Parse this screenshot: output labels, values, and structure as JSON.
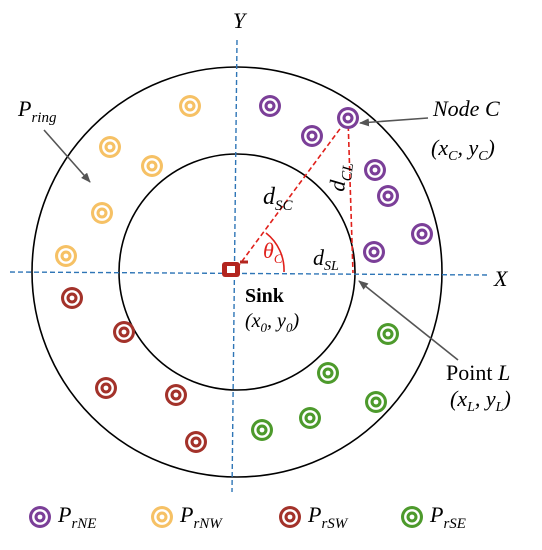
{
  "axes": {
    "x_label": "X",
    "y_label": "Y"
  },
  "ring_label": {
    "main": "P",
    "sub": "ring"
  },
  "node_c": {
    "title": "Node C",
    "coord_open": "(x",
    "coord_sub1": "C",
    "coord_mid": ", y",
    "coord_sub2": "C",
    "coord_close": ")"
  },
  "point_l": {
    "title": "Point ",
    "title_var": "L",
    "coord_open": "(x",
    "coord_sub1": "L",
    "coord_mid": ", y",
    "coord_sub2": "L",
    "coord_close": ")"
  },
  "sink": {
    "title": "Sink",
    "coord_open": "(x",
    "coord_sub1": "0",
    "coord_mid": ", y",
    "coord_sub2": "0",
    "coord_close": ")"
  },
  "distances": {
    "dsc": {
      "main": "d",
      "sub": "SC"
    },
    "dcl": {
      "main": "d",
      "sub": "CL"
    },
    "dsl": {
      "main": "d",
      "sub": "SL"
    }
  },
  "angle": {
    "main": "θ",
    "sub": "C"
  },
  "legend": [
    {
      "main": "P",
      "sub": "rNE",
      "color": "#7b3f98"
    },
    {
      "main": "P",
      "sub": "rNW",
      "color": "#f6c165"
    },
    {
      "main": "P",
      "sub": "rSW",
      "color": "#a3322a"
    },
    {
      "main": "P",
      "sub": "rSE",
      "color": "#4d9a2c"
    }
  ],
  "colors": {
    "axis": "#2e75b6",
    "red_lines": "#e0201b",
    "sink": "#b3251f",
    "ring": "#000000"
  }
}
